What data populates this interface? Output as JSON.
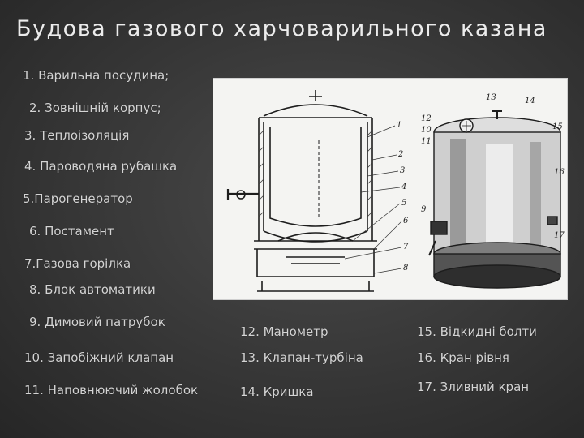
{
  "title": "Будова газового харчоварильного казана",
  "parts": [
    "1. Варильна посудина;",
    "2. Зовнішній корпус;",
    "3. Теплоізоляція",
    "4. Пароводяна рубашка",
    "5.Парогенератор",
    "6. Постамент",
    "7.Газова горілка",
    "8. Блок автоматики",
    "9. Димовий патрубок",
    "10. Запобіжний клапан",
    "11. Наповнюючий жолобок",
    "12. Манометр",
    "13. Клапан-турбіна",
    "14. Кришка",
    "15. Відкидні болти",
    "16. Кран рівня",
    "17. Зливний кран"
  ],
  "figure": {
    "left_numbers": [
      "1",
      "2",
      "3",
      "4",
      "5",
      "6",
      "7",
      "8"
    ],
    "right_numbers": [
      "13",
      "14",
      "12",
      "10",
      "11",
      "9",
      "15",
      "16",
      "17"
    ]
  }
}
